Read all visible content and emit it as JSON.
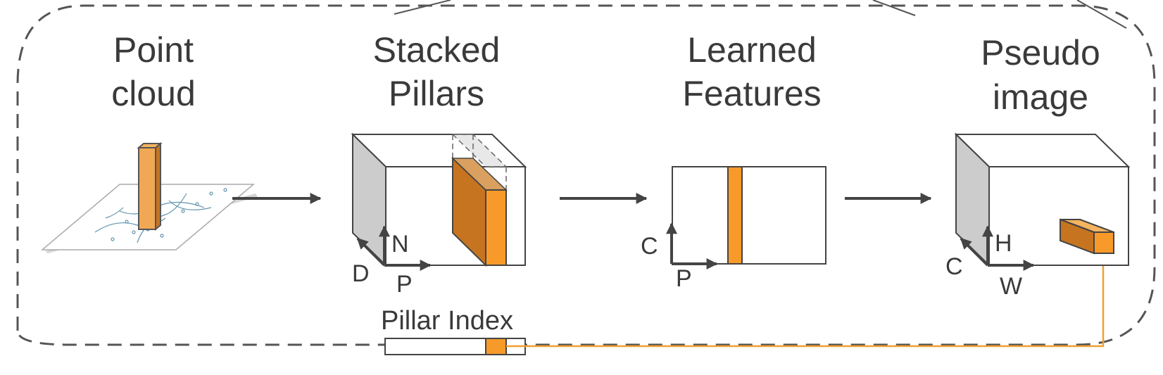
{
  "stages": [
    {
      "line1": "Point",
      "line2": "cloud"
    },
    {
      "line1": "Stacked",
      "line2": "Pillars"
    },
    {
      "line1": "Learned",
      "line2": "Features"
    },
    {
      "line1": "Pseudo",
      "line2": "image"
    }
  ],
  "axes": {
    "stacked": {
      "vertical": "N",
      "depth": "D",
      "horizontal": "P"
    },
    "learned": {
      "vertical": "C",
      "horizontal": "P"
    },
    "pseudo": {
      "vertical": "H",
      "depth": "C",
      "horizontal": "W"
    }
  },
  "pillar_index_label": "Pillar Index",
  "colors": {
    "orange": "#f79a2a",
    "orange_dark": "#c77420",
    "gray_face": "#cccccc",
    "line": "#444444",
    "dash": "#555555"
  }
}
